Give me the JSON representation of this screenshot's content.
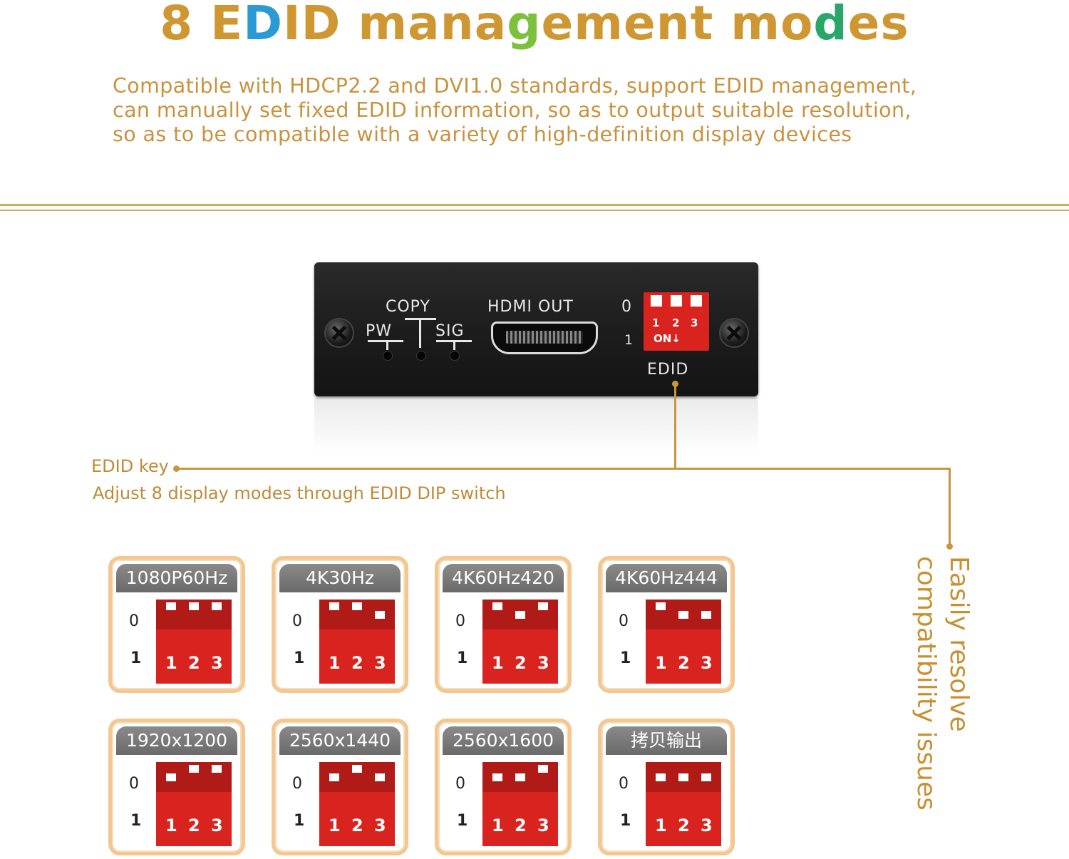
{
  "title": {
    "parts": [
      {
        "text": "8 E",
        "color": "#cf9732"
      },
      {
        "text": "D",
        "color": "#2a9ad6"
      },
      {
        "text": "ID mana",
        "color": "#cf9732"
      },
      {
        "text": "g",
        "color": "#7cc13e"
      },
      {
        "text": "ement mo",
        "color": "#cf9732"
      },
      {
        "text": "d",
        "color": "#2aa66a"
      },
      {
        "text": "es",
        "color": "#cf9732"
      }
    ]
  },
  "description": {
    "line1": "Compatible with HDCP2.2 and DVI1.0 standards, support EDID management,",
    "line2": "can manually set fixed EDID information, so as to output suitable resolution,",
    "line3": "so as to be compatible with a variety of high-definition display devices"
  },
  "device": {
    "copy_label": "COPY",
    "pw_label": "PW",
    "sig_label": "SIG",
    "hdmi_label": "HDMI OUT",
    "switch_zero": "0",
    "switch_one": "1",
    "dip_numbers": [
      "1",
      "2",
      "3"
    ],
    "dip_on": "ON↓",
    "edid_label": "EDID"
  },
  "callout": {
    "key_label": "EDID key",
    "key_desc": "Adjust 8 display modes through EDID DIP switch",
    "side_line1": "Easily resolve",
    "side_line2": "compatibility issues"
  },
  "modes": [
    {
      "label": "1080P60Hz",
      "switches": [
        0,
        0,
        0
      ]
    },
    {
      "label": "4K30Hz",
      "switches": [
        0,
        0,
        1
      ]
    },
    {
      "label": "4K60Hz420",
      "switches": [
        0,
        1,
        0
      ]
    },
    {
      "label": "4K60Hz444",
      "switches": [
        0,
        1,
        1
      ]
    },
    {
      "label": "1920x1200",
      "switches": [
        1,
        0,
        0
      ]
    },
    {
      "label": "2560x1440",
      "switches": [
        1,
        0,
        1
      ]
    },
    {
      "label": "2560x1600",
      "switches": [
        1,
        1,
        0
      ]
    },
    {
      "label": "拷贝输出",
      "switches": [
        1,
        1,
        1
      ]
    }
  ],
  "mode_card": {
    "zero": "0",
    "one": "1",
    "numbers": [
      "1",
      "2",
      "3"
    ]
  },
  "colors": {
    "gold": "#c8963c",
    "dip_red": "#d9231f",
    "card_border": "#f3c791"
  }
}
